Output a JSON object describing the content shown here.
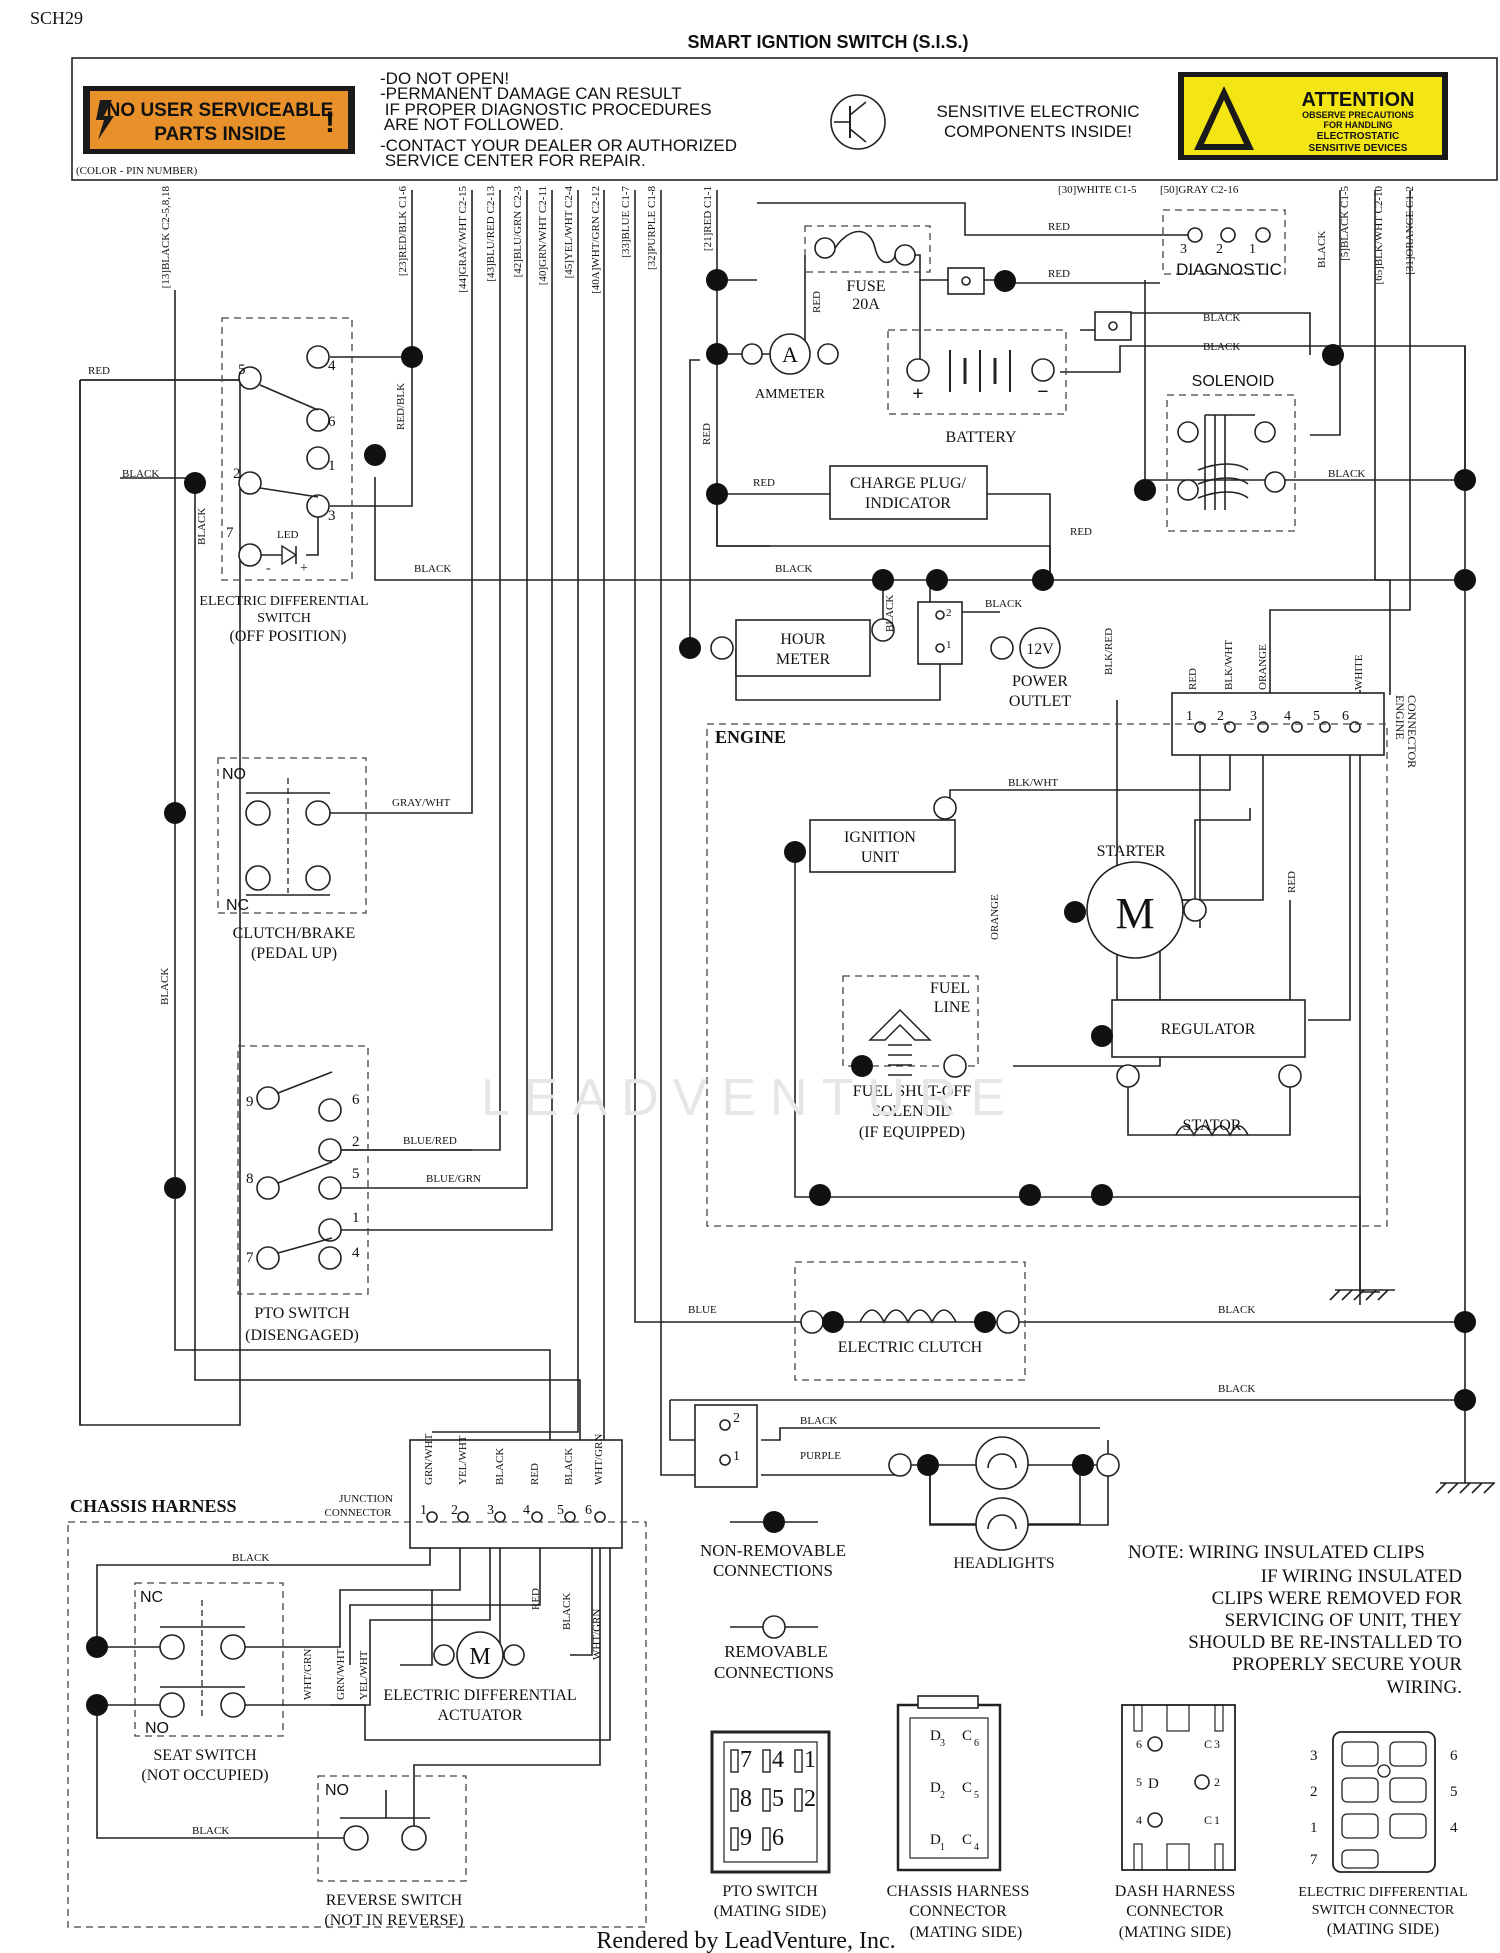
{
  "header": {
    "code": "SCH29",
    "title": "SMART IGNTION SWITCH (S.I.S.)",
    "badge_label_line1": "NO USER SERVICEABLE",
    "badge_label_line2": "PARTS INSIDE",
    "warning_lines": [
      "-DO NOT OPEN!",
      "-PERMANENT DAMAGE CAN RESULT",
      " IF PROPER DIAGNOSTIC PROCEDURES",
      " ARE NOT FOLLOWED.",
      "-CONTACT YOUR DEALER OR AUTHORIZED",
      " SERVICE CENTER FOR REPAIR."
    ],
    "color_pin_note": "(COLOR - PIN NUMBER)",
    "sensitive_line1": "SENSITIVE ELECTRONIC",
    "sensitive_line2": "COMPONENTS INSIDE!",
    "attention_title": "ATTENTION",
    "attention_lines": [
      "OBSERVE PRECAUTIONS",
      "FOR HANDLING",
      "ELECTROSTATIC",
      "SENSITIVE DEVICES"
    ]
  },
  "pins": [
    "[13]BLACK C2-5,8,18",
    "[23]RED/BLK C1-6",
    "[44]GRAY/WHT C2-15",
    "[43]BLU/RED C2-13",
    "[42]BLU/GRN C2-3",
    "[40]GRN/WHT C2-11",
    "[45]YEL/WHT C2-4",
    "[40A]WHT/GRN C2-12",
    "[33]BLUE C1-7",
    "[32]PURPLE C1-8",
    "[21]RED C1-1",
    "[30]WHITE C1-5",
    "[50]GRAY C2-16",
    "[5]BLACK C1-5",
    "[65]BLK/WHT C2-10",
    "[31]ORANGE C1-2"
  ],
  "components": {
    "diagnostic": "DIAGNOSTIC",
    "fuse_line1": "FUSE",
    "fuse_line2": "20A",
    "ammeter": "AMMETER",
    "ammeter_symbol": "A",
    "battery": "BATTERY",
    "solenoid": "SOLENOID",
    "charge_plug_line1": "CHARGE PLUG/",
    "charge_plug_line2": "INDICATOR",
    "hour_meter_line1": "HOUR",
    "hour_meter_line2": "METER",
    "power_outlet_line1": "POWER",
    "power_outlet_line2": "OUTLET",
    "outlet_symbol": "12V",
    "eds_line1": "ELECTRIC DIFFERENTIAL",
    "eds_line2": "SWITCH",
    "eds_line3": "(OFF POSITION)",
    "led": "LED",
    "clutch_brake_line1": "CLUTCH/BRAKE",
    "clutch_brake_line2": "(PEDAL UP)",
    "pto_line1": "PTO SWITCH",
    "pto_line2": "(DISENGAGED)",
    "engine": "ENGINE",
    "engine_connector_line1": "ENGINE",
    "engine_connector_line2": "CONNECTOR",
    "ignition_line1": "IGNITION",
    "ignition_line2": "UNIT",
    "starter": "STARTER",
    "motor_symbol": "M",
    "fuel_line_line1": "FUEL",
    "fuel_line_line2": "LINE",
    "fuel_sol_line1": "FUEL SHUT-OFF",
    "fuel_sol_line2": "SOLENOID",
    "fuel_sol_line3": "(IF EQUIPPED)",
    "regulator": "REGULATOR",
    "stator": "STATOR",
    "electric_clutch": "ELECTRIC CLUTCH",
    "headlights": "HEADLIGHTS",
    "chassis_harness": "CHASSIS HARNESS",
    "junction_line1": "JUNCTION",
    "junction_line2": "CONNECTOR",
    "seat_line1": "SEAT SWITCH",
    "seat_line2": "(NOT OCCUPIED)",
    "reverse_line1": "REVERSE SWITCH",
    "reverse_line2": "(NOT IN REVERSE)",
    "actuator_line1": "ELECTRIC DIFFERENTIAL",
    "actuator_line2": "ACTUATOR",
    "no": "NO",
    "nc": "NC"
  },
  "wire_labels": {
    "red": "RED",
    "black": "BLACK",
    "red_blk": "RED/BLK",
    "gray_wht": "GRAY/WHT",
    "blue_red": "BLUE/RED",
    "blue_grn": "BLUE/GRN",
    "blue": "BLUE",
    "purple": "PURPLE",
    "blk_wht": "BLK/WHT",
    "orange": "ORANGE",
    "white": "WHITE",
    "blk_red": "BLK/RED",
    "grn_wht": "GRN/WHT",
    "yel_wht": "YEL/WHT",
    "wht_grn": "WHT/GRN"
  },
  "legend": {
    "non_removable_line1": "NON-REMOVABLE",
    "non_removable_line2": "CONNECTIONS",
    "removable_line1": "REMOVABLE",
    "removable_line2": "CONNECTIONS"
  },
  "note_lines": [
    "NOTE: WIRING INSULATED CLIPS",
    "IF WIRING INSULATED",
    "CLIPS WERE REMOVED FOR",
    "SERVICING OF UNIT, THEY",
    "SHOULD BE RE-INSTALLED TO",
    "PROPERLY SECURE YOUR",
    "WIRING."
  ],
  "connectors": {
    "pto_line1": "PTO SWITCH",
    "pto_line2": "(MATING SIDE)",
    "chassis_line1": "CHASSIS HARNESS",
    "chassis_line2": "CONNECTOR",
    "chassis_line3": "(MATING SIDE)",
    "dash_line1": "DASH HARNESS",
    "dash_line2": "CONNECTOR",
    "dash_line3": "(MATING SIDE)",
    "eds_line1": "ELECTRIC DIFFERENTIAL",
    "eds_line2": "SWITCH CONNECTOR",
    "eds_line3": "(MATING SIDE)"
  },
  "footer": {
    "watermark": "LEADVENTURE",
    "rendered_by": "Rendered by LeadVenture, Inc."
  }
}
